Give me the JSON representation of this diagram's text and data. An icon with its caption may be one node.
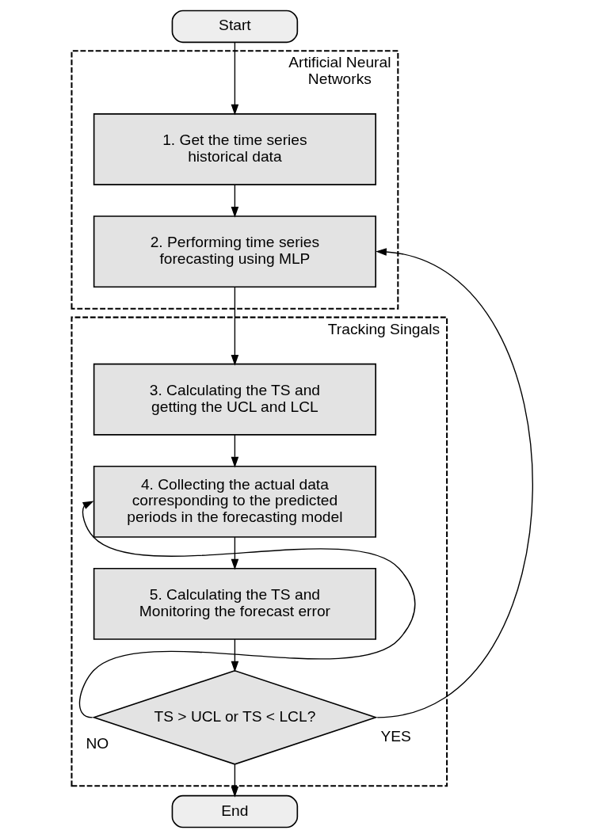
{
  "diagram": {
    "nodes": [
      {
        "text": [
          "Start"
        ]
      },
      {
        "text": [
          "Artificial Neural Networks"
        ]
      },
      {
        "text": [
          "1. Get the time series historical data"
        ],
        "in": 1
      },
      {
        "text": [
          "2. Performing time series forecasting using MLP"
        ],
        "in": 1
      },
      {
        "text": [
          "Tracking Singals"
        ]
      },
      {
        "text": [
          "3. Calculating the TS and getting the UCL and LCL"
        ],
        "in": 4
      },
      {
        "text": [
          "4. Collecting the actual data corresponding to the predicted periods in the forecasting model"
        ],
        "in": 4
      },
      {
        "text": [
          "5. Calculating the TS and Monitoring the forecast error"
        ],
        "in": 4
      },
      {
        "text": [
          "TS > UCL or TS < LCL?"
        ],
        "in": 4
      },
      {
        "text": [
          "End"
        ]
      }
    ],
    "edges": [
      {
        "from": 0,
        "to": 2,
        "arrow": "to"
      },
      {
        "from": 2,
        "to": 3,
        "arrow": "to"
      },
      {
        "from": 3,
        "to": 5,
        "arrow": "to"
      },
      {
        "from": 5,
        "to": 6,
        "arrow": "to"
      },
      {
        "from": 6,
        "to": 7,
        "arrow": "to"
      },
      {
        "from": 7,
        "to": 8,
        "arrow": "to"
      },
      {
        "from": 8,
        "to": 6,
        "arrow": "to",
        "label": "NO"
      },
      {
        "from": 8,
        "to": 3,
        "arrow": "to",
        "label": "YES"
      },
      {
        "from": 8,
        "to": 9,
        "arrow": "to"
      }
    ]
  }
}
